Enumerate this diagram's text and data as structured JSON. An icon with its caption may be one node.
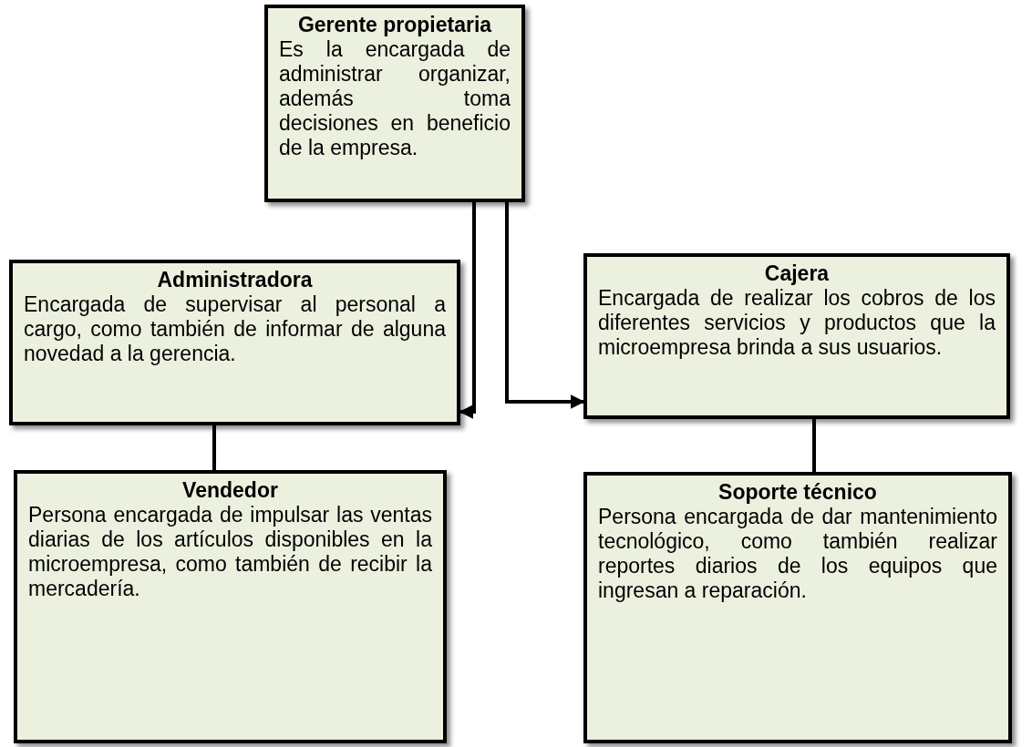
{
  "diagram": {
    "nodes": [
      {
        "text": [
          "Gerente propietaria",
          "Es la encargada de administrar organizar, además toma decisiones en beneficio de la empresa."
        ]
      },
      {
        "text": [
          "Administradora",
          "Encargada de supervisar al personal a cargo, como también de informar de alguna novedad a la gerencia."
        ]
      },
      {
        "text": [
          "Cajera",
          "Encargada de realizar los cobros de los diferentes servicios y productos que la microempresa brinda a sus usuarios."
        ]
      },
      {
        "text": [
          "Vendedor",
          "Persona encargada de impulsar las ventas diarias de los artículos disponibles en la microempresa, como también de recibir la mercadería."
        ]
      },
      {
        "text": [
          "Soporte técnico",
          "Persona encargada de dar mantenimiento tecnológico, como también realizar reportes diarios de los equipos que ingresan a reparación."
        ]
      }
    ],
    "edges": [
      {
        "from": 0,
        "to": 1,
        "arrow": "to"
      },
      {
        "from": 0,
        "to": 2,
        "arrow": "to"
      },
      {
        "from": 1,
        "to": 3,
        "arrow": "none"
      },
      {
        "from": 2,
        "to": 4,
        "arrow": "none"
      }
    ]
  }
}
